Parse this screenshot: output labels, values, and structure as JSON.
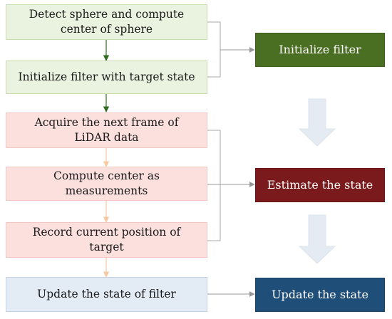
{
  "steps": [
    {
      "label": "Detect sphere and compute center of sphere",
      "group": "init"
    },
    {
      "label": "Initialize filter with target state",
      "group": "init"
    },
    {
      "label": "Acquire the next frame of LiDAR data",
      "group": "estimate"
    },
    {
      "label": "Compute center as measurements",
      "group": "estimate"
    },
    {
      "label": "Record current position of target",
      "group": "estimate"
    },
    {
      "label": "Update the state of filter",
      "group": "update"
    }
  ],
  "phases": [
    {
      "label": "Initialize filter",
      "color": "#4a6e22"
    },
    {
      "label": "Estimate the state",
      "color": "#7a1a1c"
    },
    {
      "label": "Update the state",
      "color": "#1f4e79"
    }
  ],
  "colors": {
    "init_fill": "#eaf3e0",
    "init_border": "#c8deb0",
    "estimate_fill": "#fbe0de",
    "estimate_border": "#f2c6c2",
    "update_fill": "#e3ebf5",
    "update_border": "#c5d3e6",
    "arrow_green": "#2e6b1e",
    "arrow_orange": "#f6c9a0",
    "connector": "#aaaaaa",
    "phase_arrow": "#e5ebf2"
  }
}
